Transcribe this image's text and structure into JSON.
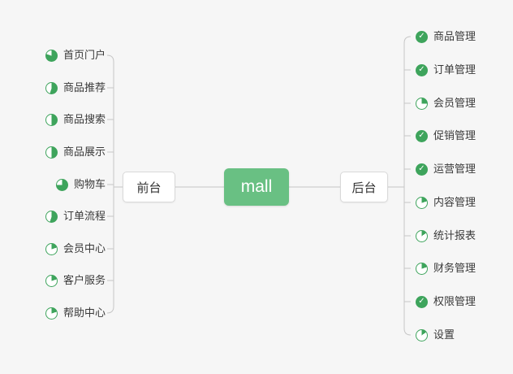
{
  "colors": {
    "root_bg": "#69c083",
    "icon_green": "#3ea45c",
    "line": "#c6c6c6",
    "branch_border": "#d9d9d9"
  },
  "root": {
    "label": "mall"
  },
  "left": {
    "label": "前台",
    "children": [
      {
        "label": "首页门户",
        "icon": "pie",
        "progress": 0.8
      },
      {
        "label": "商品推荐",
        "icon": "pie",
        "progress": 0.55
      },
      {
        "label": "商品搜索",
        "icon": "pie",
        "progress": 0.5
      },
      {
        "label": "商品展示",
        "icon": "pie",
        "progress": 0.5
      },
      {
        "label": "购物车",
        "icon": "pie",
        "progress": 0.75
      },
      {
        "label": "订单流程",
        "icon": "pie",
        "progress": 0.55
      },
      {
        "label": "会员中心",
        "icon": "pie",
        "progress": 0.2
      },
      {
        "label": "客户服务",
        "icon": "pie",
        "progress": 0.2
      },
      {
        "label": "帮助中心",
        "icon": "pie",
        "progress": 0.2
      }
    ]
  },
  "right": {
    "label": "后台",
    "children": [
      {
        "label": "商品管理",
        "icon": "check"
      },
      {
        "label": "订单管理",
        "icon": "check"
      },
      {
        "label": "会员管理",
        "icon": "pie",
        "progress": 0.25
      },
      {
        "label": "促销管理",
        "icon": "check"
      },
      {
        "label": "运营管理",
        "icon": "check"
      },
      {
        "label": "内容管理",
        "icon": "pie",
        "progress": 0.2
      },
      {
        "label": "统计报表",
        "icon": "pie",
        "progress": 0.15
      },
      {
        "label": "财务管理",
        "icon": "pie",
        "progress": 0.2
      },
      {
        "label": "权限管理",
        "icon": "check"
      },
      {
        "label": "设置",
        "icon": "pie",
        "progress": 0.15
      }
    ]
  }
}
